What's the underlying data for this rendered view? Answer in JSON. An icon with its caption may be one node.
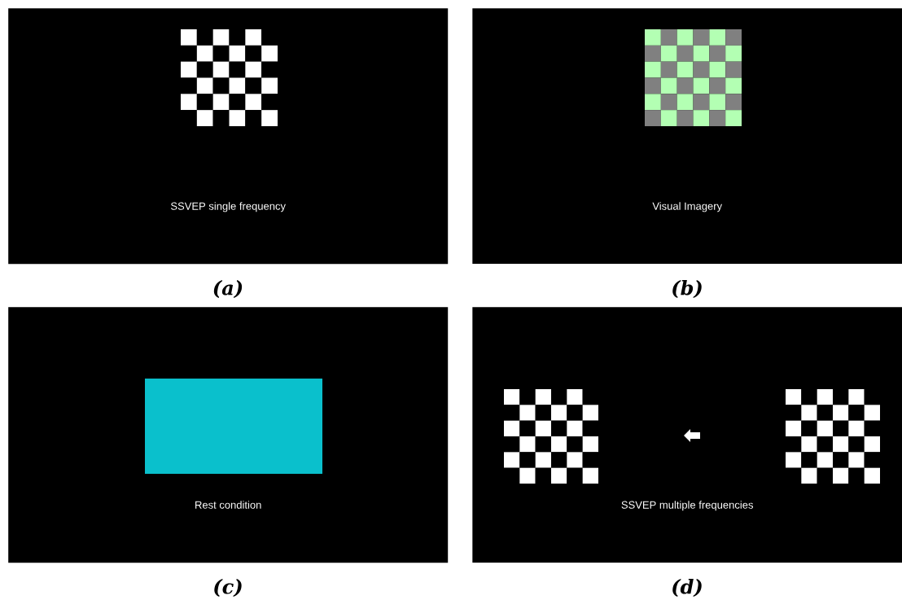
{
  "diagram": {
    "nodes": [
      {
        "text": [
          "SSVEP single frequency"
        ],
        "beside": [
          "(a)"
        ]
      },
      {
        "text": [
          "Visual Imagery"
        ],
        "beside": [
          "(b)"
        ]
      },
      {
        "text": [
          "Rest condition"
        ],
        "beside": [
          "(c)"
        ]
      },
      {
        "text": [
          "SSVEP multiple frequencies"
        ],
        "beside": [
          "(d)"
        ]
      }
    ]
  }
}
